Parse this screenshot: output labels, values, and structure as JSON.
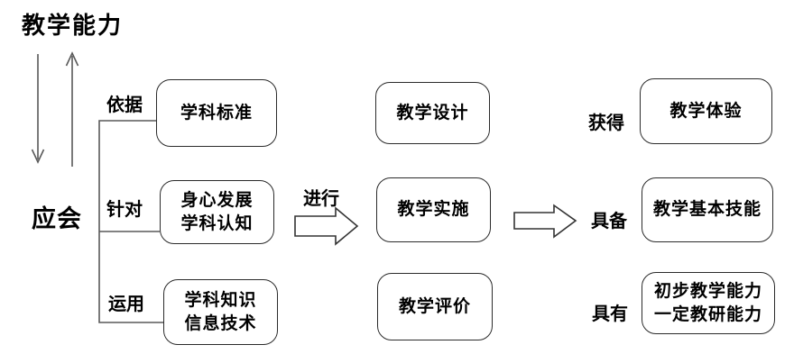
{
  "title": "教学能力",
  "side_label": "应会",
  "branch_labels": [
    {
      "label": "依据"
    },
    {
      "label": "针对"
    },
    {
      "label": "运用"
    }
  ],
  "flow": {
    "arrow1_label": "进行"
  },
  "right_labels": [
    {
      "label": "获得"
    },
    {
      "label": "具备"
    },
    {
      "label": "具有"
    }
  ],
  "boxes": {
    "left": [
      {
        "lines": [
          "学科标准"
        ]
      },
      {
        "lines": [
          "身心发展",
          "学科认知"
        ]
      },
      {
        "lines": [
          "学科知识",
          "信息技术"
        ]
      }
    ],
    "middle": [
      {
        "lines": [
          "教学设计"
        ]
      },
      {
        "lines": [
          "教学实施"
        ]
      },
      {
        "lines": [
          "教学评价"
        ]
      }
    ],
    "right": [
      {
        "lines": [
          "教学体验"
        ]
      },
      {
        "lines": [
          "教学基本技能"
        ]
      },
      {
        "lines": [
          "初步教学能力",
          "一定教研能力"
        ]
      }
    ]
  },
  "icons": {
    "down_arrow": "down-arrow",
    "up_arrow": "up-arrow",
    "bracket": "three-branch-bracket",
    "flow_arrow_1": "right-block-arrow",
    "flow_arrow_2": "right-block-arrow"
  },
  "colors": {
    "background": "#ffffff",
    "text": "#000000",
    "connector_line": "#595959",
    "box_border": "#2b2b2b",
    "block_arrow_border": "#333333",
    "block_arrow_fill": "#ffffff"
  }
}
